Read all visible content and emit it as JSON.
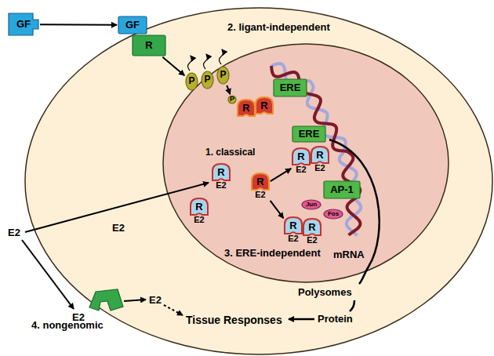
{
  "diagram": {
    "nodes": [
      {
        "text": [
          "GF"
        ]
      },
      {
        "text": [
          "GF"
        ]
      },
      {
        "text": [
          "R"
        ]
      },
      {
        "text": [
          "P"
        ]
      },
      {
        "text": [
          "P"
        ]
      },
      {
        "text": [
          "P"
        ]
      },
      {
        "text": [
          "P"
        ]
      },
      {
        "text": [
          "R"
        ]
      },
      {
        "text": [
          "R"
        ]
      },
      {
        "text": [
          "ERE"
        ]
      },
      {
        "text": [
          "R",
          "E2"
        ]
      },
      {
        "text": [
          "R",
          "E2"
        ]
      },
      {
        "text": [
          "R",
          "E2"
        ]
      },
      {
        "text": [
          "ERE"
        ]
      },
      {
        "text": [
          "R",
          "E2"
        ]
      },
      {
        "text": [
          "R",
          "E2"
        ]
      },
      {
        "text": [
          "AP-1"
        ]
      },
      {
        "text": [
          "Jun"
        ]
      },
      {
        "text": [
          "Fos"
        ]
      },
      {
        "text": [
          "R",
          "E2"
        ]
      },
      {
        "text": [
          "R",
          "E2"
        ]
      }
    ],
    "edges": [
      {
        "from": 0,
        "to": 1,
        "arrow": "to"
      },
      {
        "from": 2,
        "to": 3,
        "arrow": "to"
      },
      {
        "from": 5,
        "to": 6,
        "arrow": "to"
      },
      {
        "from": 11,
        "to": 14,
        "arrow": "to"
      },
      {
        "from": 11,
        "to": 19,
        "arrow": "to"
      }
    ],
    "labels": [
      "2. ligant-independent",
      "E2",
      "1. classical",
      "3. ERE-independent",
      "E2",
      "4. nongenomic",
      "E2",
      "E2",
      "mRNA",
      "Polysomes",
      "Protein",
      "Tissue Responses"
    ]
  }
}
